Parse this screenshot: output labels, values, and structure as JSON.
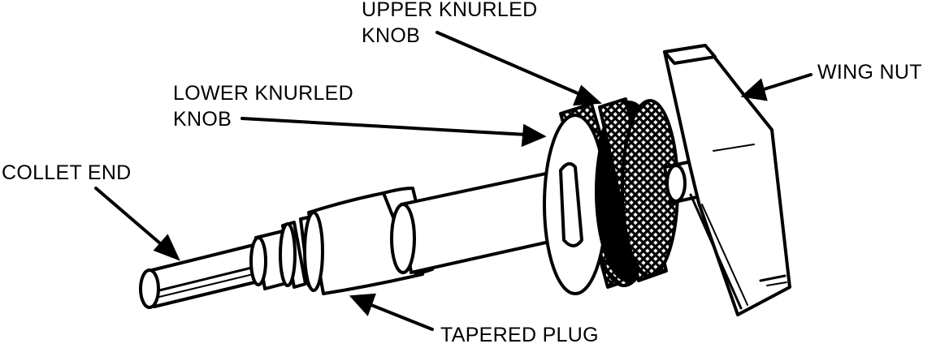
{
  "diagram": {
    "labels": {
      "upper_knurled_knob_line1": "UPPER KNURLED",
      "upper_knurled_knob_line2": "KNOB",
      "lower_knurled_knob_line1": "LOWER KNURLED",
      "lower_knurled_knob_line2": "KNOB",
      "collet_end": "COLLET END",
      "wing_nut": "WING NUT",
      "tapered_plug": "TAPERED PLUG"
    },
    "colors": {
      "ink": "#000000",
      "paper": "#ffffff"
    }
  }
}
